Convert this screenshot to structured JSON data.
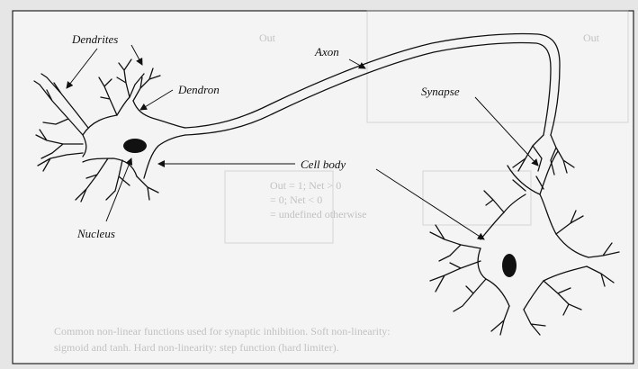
{
  "diagram": {
    "labels": {
      "dendrites": "Dendrites",
      "dendron": "Dendron",
      "axon": "Axon",
      "synapse": "Synapse",
      "cell_body": "Cell body",
      "nucleus": "Nucleus"
    },
    "bleed_through": {
      "out_left": "Out",
      "out_right": "Out",
      "equation_1": "Out = 1; Net > 0",
      "equation_2": "= 0; Net < 0",
      "equation_3": "= undefined otherwise",
      "caption_line_1": "Common non-linear functions used for synaptic inhibition. Soft non-linearity:",
      "caption_line_2": "sigmoid and tanh. Hard non-linearity: step function (hard limiter)."
    },
    "colors": {
      "paper": "#f4f4f4",
      "ink": "#111111",
      "bleed": "#9a9a9a"
    }
  }
}
